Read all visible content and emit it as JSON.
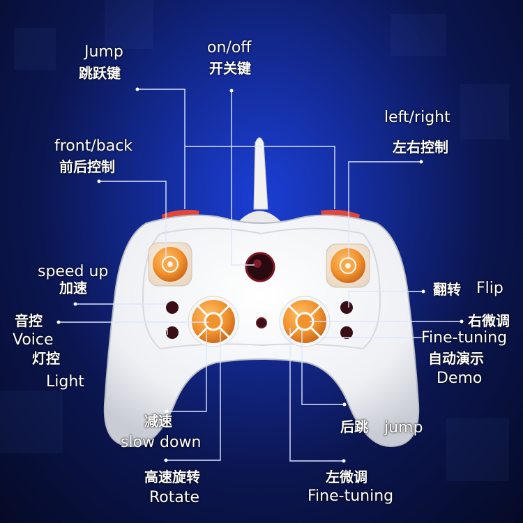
{
  "labels": {
    "jump_en": "Jump",
    "jump_zh": "跳跃键",
    "onoff_en": "on/off",
    "onoff_zh": "开关键",
    "leftright_en": "left/right",
    "leftright_zh": "左右控制",
    "frontback_en": "front/back",
    "frontback_zh": "前后控制",
    "speedup_en": "speed up",
    "speedup_zh": "加速",
    "flip_zh": "翻转",
    "flip_en": "Flip",
    "voice_zh": "音控",
    "voice_en": "Voice",
    "trim_right_zh": "右微调",
    "trim_right_en": "Fine-tuning",
    "light_zh": "灯控",
    "light_en": "Light",
    "demo_zh": "自动演示",
    "demo_en": "Demo",
    "slowdown_zh": "减速",
    "slowdown_en": "slow down",
    "backjump_zh": "后跳",
    "backjump_en": "jump",
    "rotate_zh": "高速旋转",
    "rotate_en": "Rotate",
    "trim_left_zh": "左微调",
    "trim_left_en": "Fine-tuning"
  },
  "colors": {
    "background": "#142c9a",
    "controller_body": "#f4f4f4",
    "button_orange": "#f0902a",
    "trigger_red": "#e0463a",
    "leader_line": "#dfe6ff"
  }
}
